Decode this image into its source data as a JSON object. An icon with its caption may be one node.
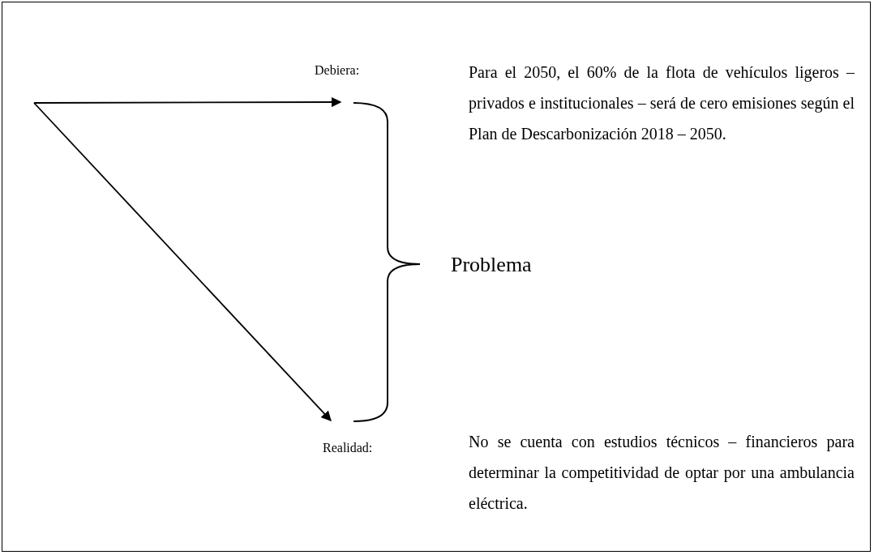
{
  "diagram": {
    "nodes": [
      {
        "text": [
          "Debiera:"
        ]
      },
      {
        "text": [
          "Realidad:"
        ]
      }
    ],
    "edges": [
      {
        "from": null,
        "to": 0,
        "arrow": "to"
      },
      {
        "from": null,
        "to": 1,
        "arrow": "to"
      }
    ],
    "labels": [
      "Para el 2050, el 60% de la flota de vehículos ligeros – privados e institucionales – será de cero emisiones según el Plan de Descarbonización 2018 – 2050.",
      "Problema",
      "No se cuenta con estudios técnicos – financieros para determinar la competitividad de optar por una ambulancia eléctrica."
    ]
  }
}
